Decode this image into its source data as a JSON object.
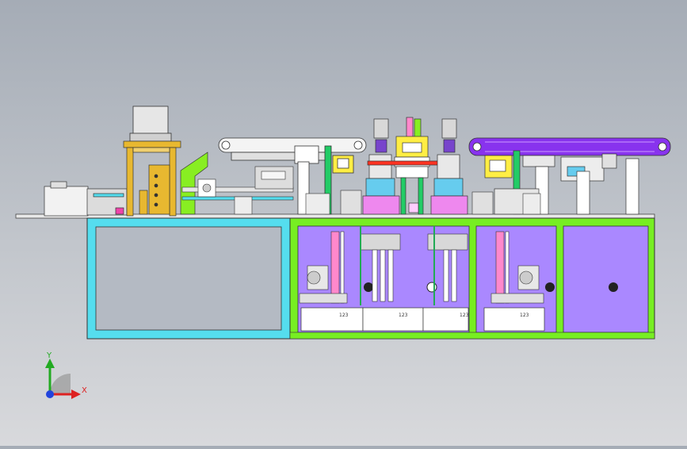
{
  "view": {
    "background_top": "#a5acb6",
    "background_bottom": "#d8d9dc"
  },
  "panels": {
    "labels": [
      "123",
      "123",
      "123",
      "123"
    ]
  },
  "triad": {
    "y_label": "Y",
    "x_label": "X",
    "y_color": "#22aa22",
    "x_color": "#dd2222",
    "z_color": "#2244dd"
  },
  "colors": {
    "cyan_frame": "#55ddee",
    "green_frame": "#77ee22",
    "purple_fill": "#aa88ff",
    "purple_conveyor": "#8833ee",
    "yellow_lift": "#e8b830"
  }
}
